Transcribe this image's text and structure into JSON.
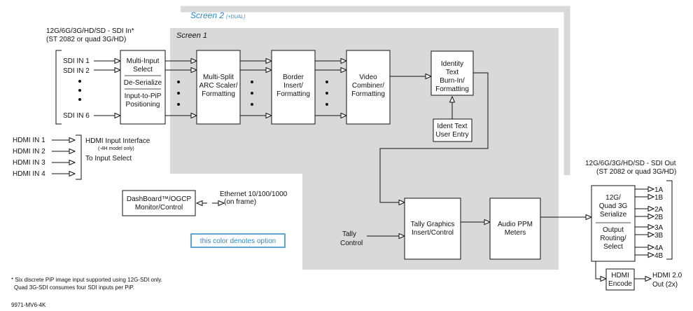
{
  "screens": {
    "screen2_label": "Screen 2",
    "screen2_note": "(+DUAL)",
    "screen1_label": "Screen 1"
  },
  "sdi_in": {
    "header_line1": "12G/6G/3G/HD/SD - SDI In*",
    "header_line2": "(ST 2082 or quad 3G/HD)",
    "inputs": [
      "SDI IN 1",
      "SDI IN 2",
      "SDI IN 6"
    ]
  },
  "hdmi_in": {
    "inputs": [
      "HDMI IN 1",
      "HDMI IN 2",
      "HDMI IN 3",
      "HDMI IN 4"
    ],
    "note_line1": "HDMI Input Interface",
    "note_line2": "(-4H model only)",
    "note_line3": "To Input Select"
  },
  "blocks": {
    "input_select": {
      "l1": "Multi-Input",
      "l2": "Select",
      "l3": "De-Serialize",
      "l4": "Input-to-PiP",
      "l5": "Positioning"
    },
    "scaler": {
      "l1": "Multi-Split",
      "l2": "ARC Scaler/",
      "l3": "Formatting"
    },
    "border": {
      "l1": "Border",
      "l2": "Insert/",
      "l3": "Formatting"
    },
    "combiner": {
      "l1": "Video",
      "l2": "Combiner/",
      "l3": "Formatting"
    },
    "identity": {
      "l1": "Identity",
      "l2": "Text",
      "l3": "Burn-In/",
      "l4": "Formatting"
    },
    "ident_entry": {
      "l1": "Ident Text",
      "l2": "User Entry"
    },
    "tally_gfx": {
      "l1": "Tally Graphics",
      "l2": "Insert/Control"
    },
    "audio_ppm": {
      "l1": "Audio PPM",
      "l2": "Meters"
    },
    "serialize": {
      "l1": "12G/",
      "l2": "Quad 3G",
      "l3": "Serialize",
      "l4": "Output",
      "l5": "Routing/",
      "l6": "Select"
    },
    "hdmi_encode": {
      "l1": "HDMI",
      "l2": "Encode"
    },
    "dashboard": {
      "l1": "DashBoard™/OGCP",
      "l2": "Monitor/Control"
    }
  },
  "tally_control": {
    "l1": "Tally",
    "l2": "Control"
  },
  "ethernet": {
    "l1": "Ethernet 10/100/1000",
    "l2": "(on frame)"
  },
  "legend": {
    "text": "this color denotes option"
  },
  "sdi_out": {
    "header_line1": "12G/6G/3G/HD/SD - SDI Out",
    "header_line2": "(ST 2082 or quad 3G/HD)",
    "outputs": [
      "1A",
      "1B",
      "2A",
      "2B",
      "3A",
      "3B",
      "4A",
      "4B"
    ]
  },
  "hdmi_out": {
    "l1": "HDMI 2.0",
    "l2": "Out (2x)"
  },
  "footnote": {
    "l1": "* Six discrete PiP image input supported using 12G-SDI only.",
    "l2": "Quad 3G-SDI consumes four SDI inputs per PiP."
  },
  "part_number": "9971-MV6-4K",
  "colors": {
    "option_shade": "#d9d9d9",
    "option_text": "#2c8bc6",
    "line": "#111111"
  }
}
